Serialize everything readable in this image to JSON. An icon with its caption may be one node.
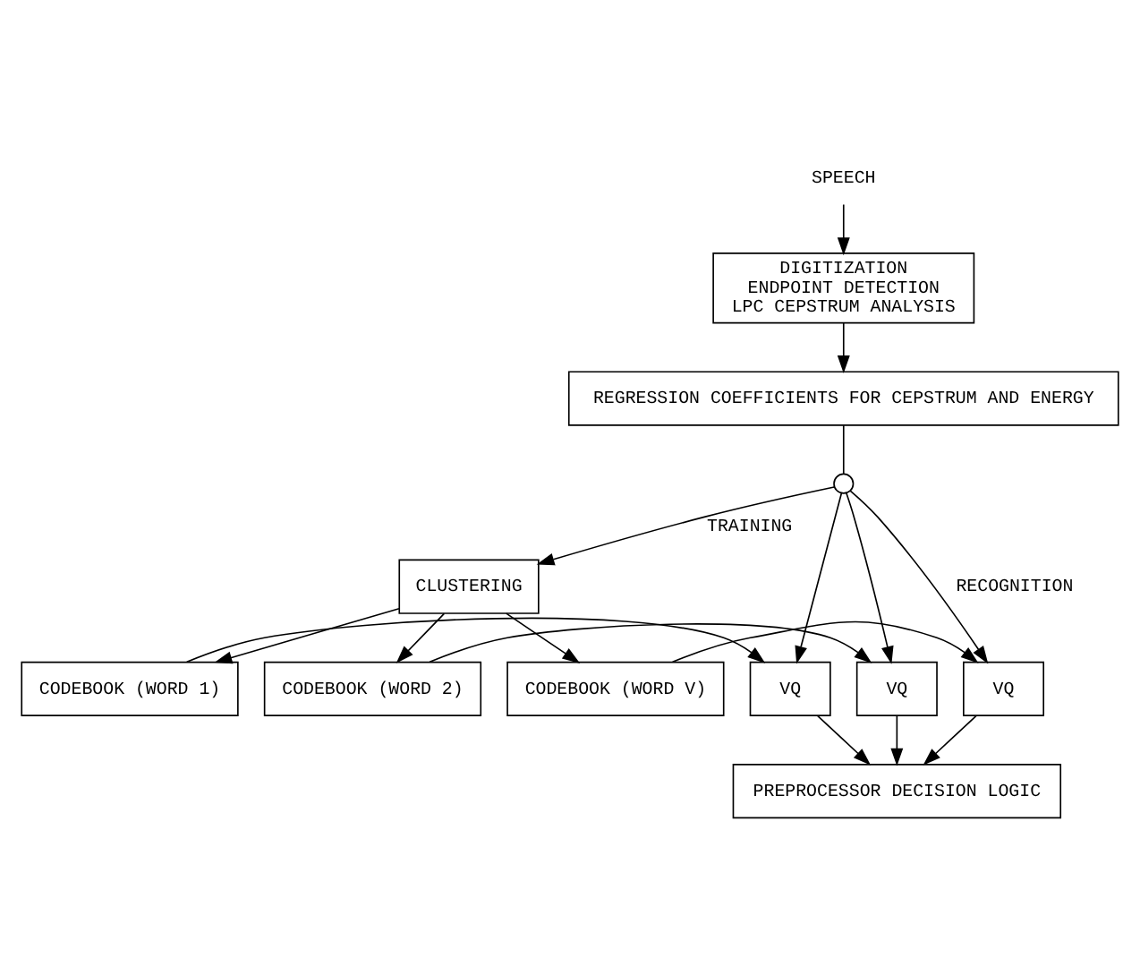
{
  "diagram": {
    "nodes": [
      {
        "text": [
          "SPEECH"
        ]
      },
      {
        "text": [
          "DIGITIZATION",
          "ENDPOINT DETECTION",
          "LPC CEPSTRUM ANALYSIS"
        ]
      },
      {
        "text": [
          "REGRESSION COEFFICIENTS FOR CEPSTRUM AND ENERGY"
        ]
      },
      {
        "text": [],
        "shape": "switch"
      },
      {
        "text": [
          "CLUSTERING"
        ]
      },
      {
        "text": [
          "CODEBOOK (WORD 1)"
        ]
      },
      {
        "text": [
          "VQ"
        ]
      },
      {
        "text": [
          "CODEBOOK (WORD 2)"
        ]
      },
      {
        "text": [
          "VQ"
        ]
      },
      {
        "text": [
          "CODEBOOK (WORD V)"
        ]
      },
      {
        "text": [
          "VQ"
        ]
      },
      {
        "text": [
          "PREPROCESSOR DECISION LOGIC"
        ]
      }
    ],
    "edges": [
      {
        "from": 0,
        "to": 1,
        "arrow": "to"
      },
      {
        "from": 1,
        "to": 2,
        "arrow": "to"
      },
      {
        "from": 2,
        "to": 3,
        "arrow": "none"
      },
      {
        "from": 3,
        "to": 4,
        "arrow": "to",
        "label": "TRAINING"
      },
      {
        "from": 3,
        "to": 6,
        "arrow": "to"
      },
      {
        "from": 3,
        "to": 8,
        "arrow": "to"
      },
      {
        "from": 3,
        "to": 10,
        "arrow": "to",
        "label": "RECOGNITION"
      },
      {
        "from": 4,
        "to": 5,
        "arrow": "to"
      },
      {
        "from": 4,
        "to": 7,
        "arrow": "to"
      },
      {
        "from": 4,
        "to": 9,
        "arrow": "to"
      },
      {
        "from": 5,
        "to": 6,
        "arrow": "to"
      },
      {
        "from": 7,
        "to": 8,
        "arrow": "to"
      },
      {
        "from": 9,
        "to": 10,
        "arrow": "to"
      },
      {
        "from": 6,
        "to": 11,
        "arrow": "to"
      },
      {
        "from": 8,
        "to": 11,
        "arrow": "to"
      },
      {
        "from": 10,
        "to": 11,
        "arrow": "to"
      }
    ]
  }
}
